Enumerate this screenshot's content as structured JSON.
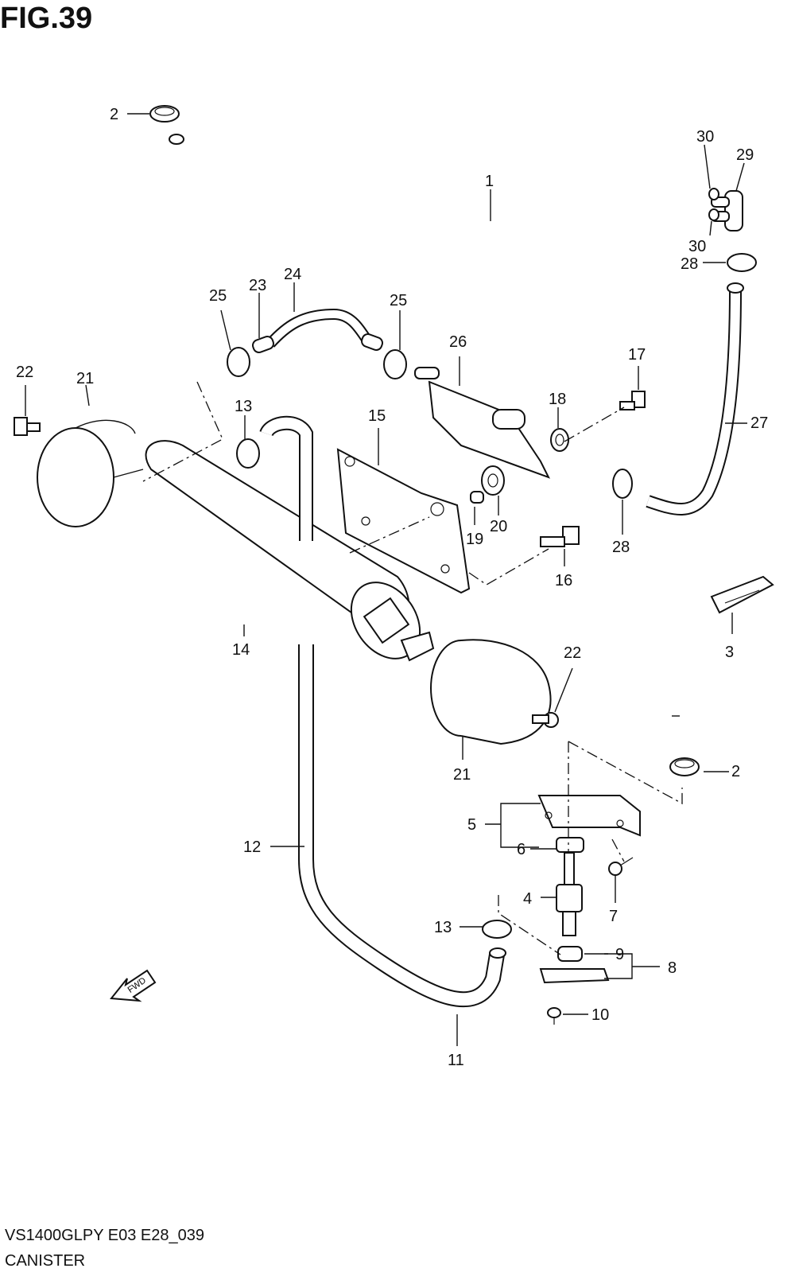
{
  "figure": {
    "title": "FIG.39",
    "model_code": "VS1400GLPY E03 E28_039",
    "section_name": "CANISTER",
    "fwd_label": "FWD"
  },
  "callouts": {
    "c1": "1",
    "c2a": "2",
    "c2b": "2",
    "c3": "3",
    "c4": "4",
    "c5": "5",
    "c6": "6",
    "c7": "7",
    "c8": "8",
    "c9": "9",
    "c10": "10",
    "c11": "11",
    "c12": "12",
    "c13a": "13",
    "c13b": "13",
    "c14": "14",
    "c15": "15",
    "c16": "16",
    "c17": "17",
    "c18": "18",
    "c19": "19",
    "c20": "20",
    "c21a": "21",
    "c21b": "21",
    "c22a": "22",
    "c22b": "22",
    "c23": "23",
    "c24": "24",
    "c25a": "25",
    "c25b": "25",
    "c26": "26",
    "c27": "27",
    "c28a": "28",
    "c28b": "28",
    "c29": "29",
    "c30a": "30",
    "c30b": "30"
  }
}
